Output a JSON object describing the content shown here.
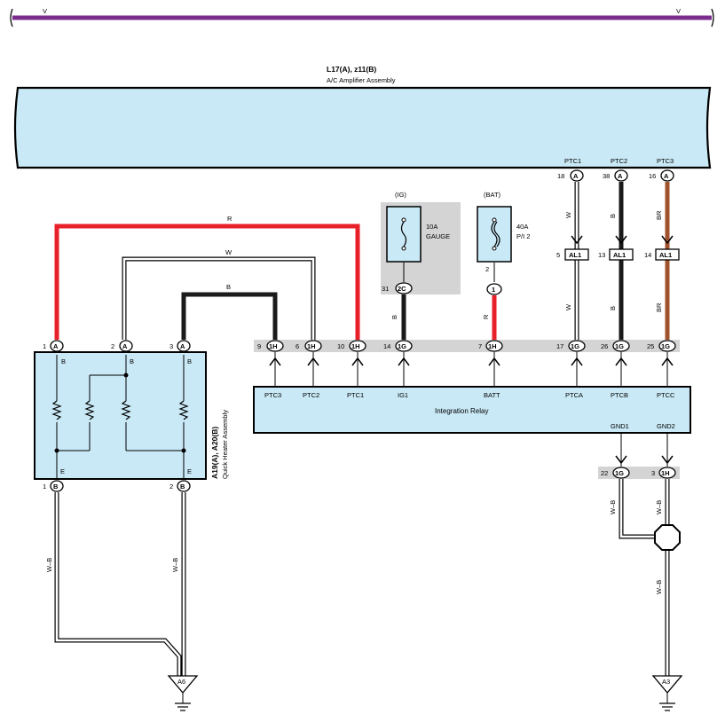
{
  "top_bar": {
    "label_left": "V",
    "label_right": "V",
    "color": "#7b2d8e"
  },
  "amplifier": {
    "code": "L17(A), z11(B)",
    "name": "A/C Amplifier Assembly",
    "fill": "#c9e9f6",
    "pins": [
      {
        "signal": "PTC1",
        "pin": "18",
        "conn": "A"
      },
      {
        "signal": "PTC2",
        "pin": "38",
        "conn": "A"
      },
      {
        "signal": "PTC3",
        "pin": "16",
        "conn": "A"
      }
    ]
  },
  "fuses": {
    "ig": {
      "label": "(IG)",
      "rating": "10A",
      "name": "GAUGE",
      "pin": "31",
      "conn": "2C"
    },
    "bat": {
      "label": "(BAT)",
      "rating": "40A",
      "name": "P/I 2",
      "pin": "2",
      "conn": "1"
    }
  },
  "inline_connectors": [
    {
      "pin": "5",
      "conn": "AL1"
    },
    {
      "pin": "13",
      "conn": "AL1"
    },
    {
      "pin": "14",
      "conn": "AL1"
    }
  ],
  "heater": {
    "code": "A19(A), A20(B)",
    "name": "Quick Heater Assembly",
    "top_pins": [
      {
        "pin": "1",
        "conn": "A",
        "label": "B"
      },
      {
        "pin": "2",
        "conn": "A",
        "label": "B"
      },
      {
        "pin": "3",
        "conn": "A",
        "label": "B"
      }
    ],
    "bottom_pins": [
      {
        "pin": "1",
        "conn": "B",
        "label": "E"
      },
      {
        "pin": "2",
        "conn": "B",
        "label": "E"
      }
    ]
  },
  "relay": {
    "name": "Integration Relay",
    "top_pins": [
      {
        "pin": "9",
        "conn": "1H",
        "signal": "PTC3"
      },
      {
        "pin": "6",
        "conn": "1H",
        "signal": "PTC2"
      },
      {
        "pin": "10",
        "conn": "1H",
        "signal": "PTC1"
      },
      {
        "pin": "14",
        "conn": "1G",
        "signal": "IG1"
      },
      {
        "pin": "7",
        "conn": "1H",
        "signal": "BATT"
      },
      {
        "pin": "17",
        "conn": "1G",
        "signal": "PTCA"
      },
      {
        "pin": "26",
        "conn": "1G",
        "signal": "PTCB"
      },
      {
        "pin": "25",
        "conn": "1G",
        "signal": "PTCC"
      }
    ],
    "bottom_pins": [
      {
        "pin": "22",
        "conn": "1G",
        "signal": "GND1"
      },
      {
        "pin": "3",
        "conn": "1H",
        "signal": "GND2"
      }
    ]
  },
  "wire_colors": {
    "r": "R",
    "w": "W",
    "b": "B",
    "br": "BR",
    "wb": "W–B"
  },
  "grounds": {
    "left": "A6",
    "right": "A3"
  },
  "colors": {
    "red": "#e8202a",
    "black": "#1a1a1a",
    "brown": "#a0522d",
    "purple": "#7b2d8e",
    "component_fill": "#c9e9f6",
    "connector_band": "#d4d4d4"
  }
}
